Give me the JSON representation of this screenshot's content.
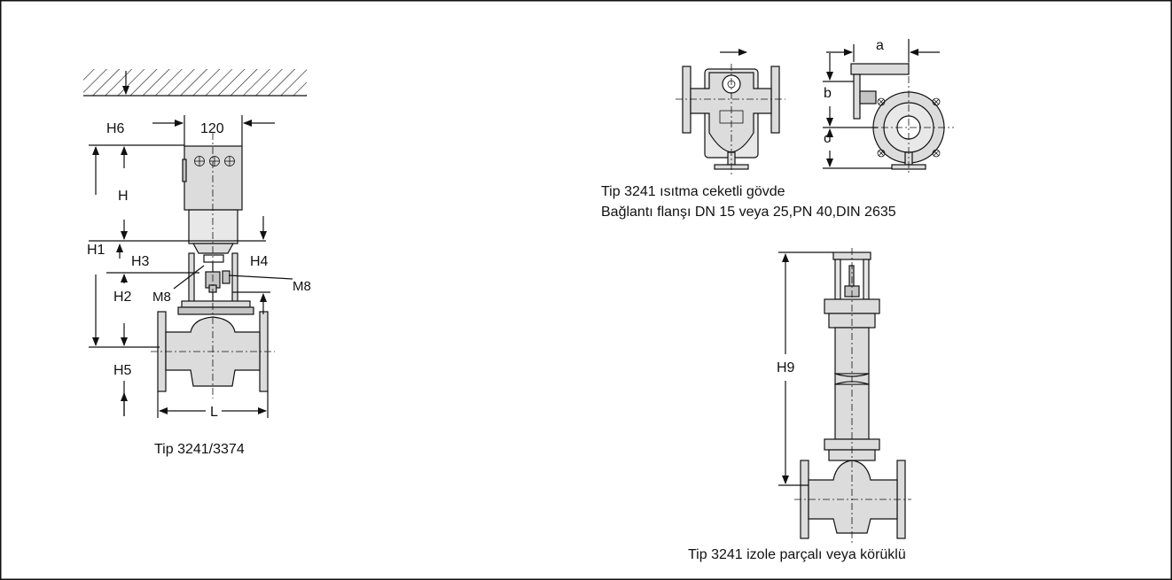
{
  "figure_left": {
    "caption": "Tip 3241/3374",
    "labels": {
      "h": "H",
      "h1": "H1",
      "h2": "H2",
      "h3": "H3",
      "h4": "H4",
      "h5": "H5",
      "h6": "H6",
      "width": "120",
      "m8_left": "M8",
      "m8_right": "M8",
      "l": "L"
    }
  },
  "figure_top_right": {
    "caption_line1": "Tip 3241 ısıtma ceketli gövde",
    "caption_line2": "Bağlantı flanşı DN 15 veya 25,PN 40,DIN 2635",
    "labels": {
      "a": "a",
      "b": "b",
      "c": "c"
    }
  },
  "figure_bottom_right": {
    "caption": "Tip 3241 izole parçalı veya körüklü",
    "labels": {
      "h9": "H9"
    }
  },
  "colors": {
    "line": "#111111",
    "fill": "#dcdcdc",
    "border": "#111111"
  }
}
